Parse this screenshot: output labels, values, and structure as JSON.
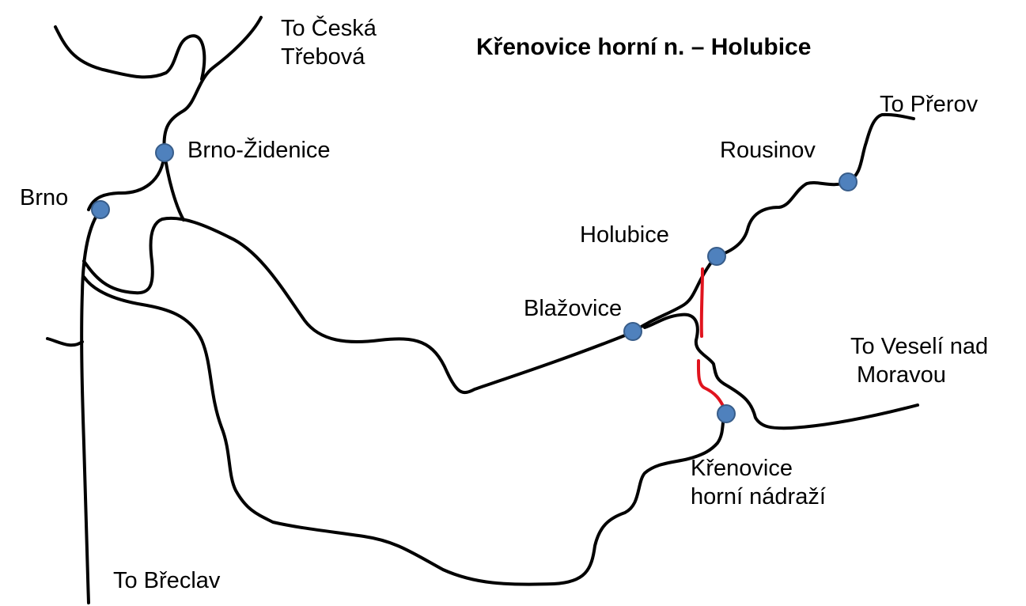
{
  "title": "Křenovice horní n. – Holubice",
  "colors": {
    "line": "#000000",
    "new_link": "#e0141e",
    "station_fill": "#4f81bd",
    "station_stroke": "#385d8a"
  },
  "stations": {
    "brno_zidenice": "Brno-Židenice",
    "brno": "Brno",
    "rousinov": "Rousinov",
    "holubice": "Holubice",
    "blazovice": "Blažovice",
    "krenovice": "Křenovice\nhorní nádraží"
  },
  "destinations": {
    "ceska_trebova": "To Česká\nTřebová",
    "prerov": "To Přerov",
    "veseli": "To Veselí nad\n Moravou",
    "breclav": "To Břeclav"
  }
}
